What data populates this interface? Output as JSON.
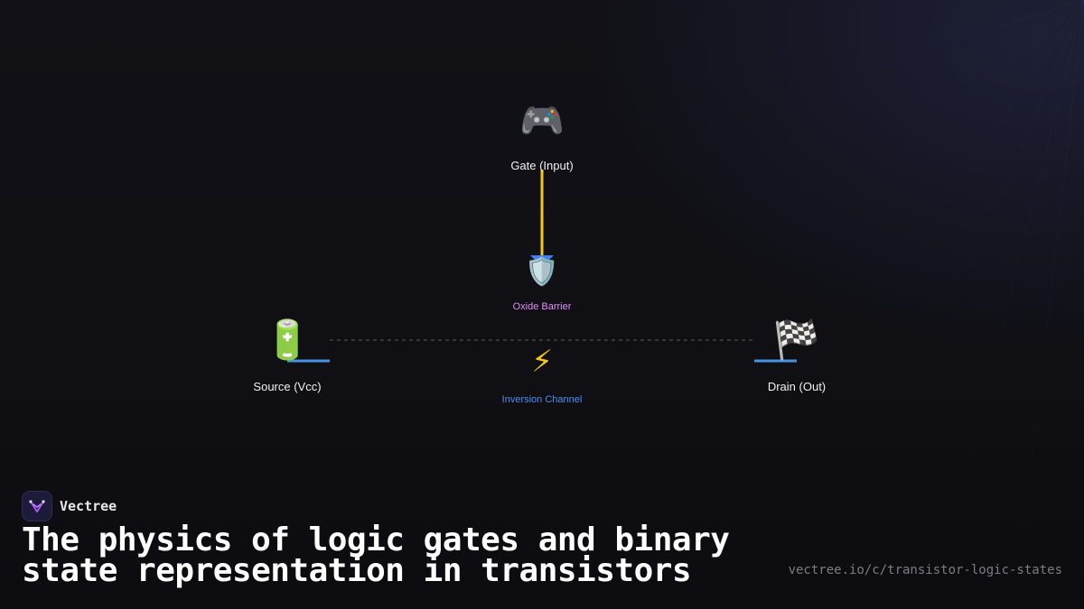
{
  "diagram": {
    "nodes": {
      "gate": {
        "icon": "🎮",
        "icon_name": "gamepad-icon",
        "label": "Gate (Input)"
      },
      "oxide": {
        "icon": "🛡️",
        "icon_name": "shield-icon",
        "label": "Oxide Barrier",
        "label_color": "#e58cff"
      },
      "source": {
        "icon": "🔋",
        "icon_name": "battery-icon",
        "label": "Source (Vcc)"
      },
      "channel": {
        "icon": "⚡",
        "icon_name": "lightning-icon",
        "label": "Inversion Channel",
        "label_color": "#4a8ff0"
      },
      "drain": {
        "icon": "🏁",
        "icon_name": "checkered-flag-icon",
        "label": "Drain (Out)"
      }
    },
    "colors": {
      "gate_line": "#f5c518",
      "arrow": "#3b82f6",
      "channel_dashes": "#5a5a66",
      "terminal_lines": "#4a90e2"
    }
  },
  "brand": {
    "name": "Vectree",
    "logo_icon": "vectree-logo-icon"
  },
  "footer": {
    "headline": "The physics of logic gates and binary state representation in transistors",
    "url": "vectree.io/c/transistor-logic-states"
  }
}
